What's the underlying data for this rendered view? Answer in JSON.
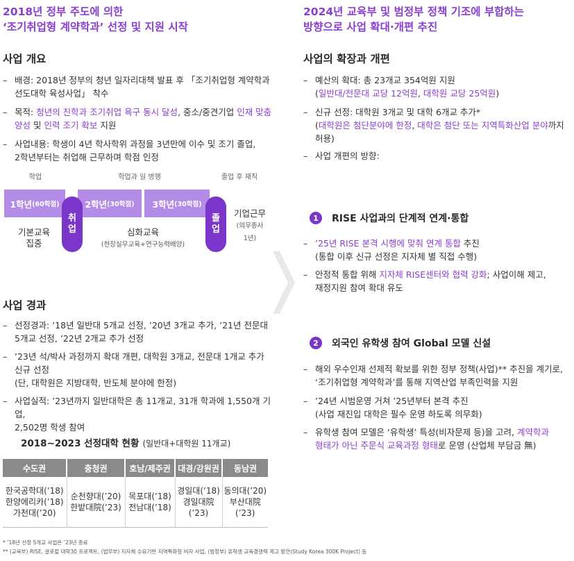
{
  "left": {
    "title_lines": [
      "2018년 정부 주도에 의한",
      "‘조기취업형 계약학과’ 선정 및 지원 시작"
    ],
    "overview": {
      "heading": "사업 개요",
      "bullets": [
        [
          "배경: 2018년 정부의 청년 일자리대책 발표 후 「조기취업형 계약학과",
          "선도대학 육성사업」 착수"
        ],
        [
          "목적: ",
          "청년의 진학과 조기취업 욕구 동시 달성",
          ", 중소/중견기업 ",
          "인재 맞춤",
          "양성",
          " 및 ",
          "인력 조기 확보",
          " 지원"
        ],
        [
          "사업내용: 학생이 4년 학사학위 과정을 3년만에 이수 및 조기 졸업,",
          "2학년부터는 취업해 근무하며 학점 인정"
        ]
      ]
    },
    "timeline": {
      "phase_1": "학업",
      "phase_2": "학업과 일 병행",
      "phase_3": "졸업 후 재직",
      "year1": "1학년",
      "year1_sub": "(60학점)",
      "year2": "2학년",
      "year2_sub": "(30학점)",
      "year3": "3학년",
      "year3_sub": "(30학점)",
      "pill_job": [
        "취",
        "업"
      ],
      "pill_grad": [
        "졸",
        "업"
      ],
      "basic": [
        "기본교육",
        "집중"
      ],
      "advanced": "심화교육",
      "advanced_sub": "(현장실무교육+연구능력배양)",
      "work": "기업근무",
      "work_sub": [
        "(의무종사",
        "1년)"
      ]
    },
    "progress": {
      "heading": "사업 경과",
      "bullets": [
        [
          "선정경과: ’18년 일반대 5개교 선정, ’20년 3개교 추가, ’21년 전문대",
          "5개교 선정, ’22년 2개교 추가 선정"
        ],
        [
          "’23년 석/박사 과정까지 확대 개편, 대학원 3개교, 전문대 1개교 추가",
          "신규 선정",
          "(단, 대학원은 지방대학, 반도체 분야에 한정)"
        ],
        [
          "사업실적: ’23년까지 일반대학은 총 11개교, 31개 학과에 1,550개 기업,",
          "2,502명 학생 참여"
        ]
      ]
    },
    "table": {
      "title": "2018~2023 선정대학 현황",
      "title_sub": "(일반대+대학원 11개교)",
      "headers": [
        "수도권",
        "충청권",
        "호남/제주권",
        "대경/강원권",
        "동남권"
      ],
      "cells": [
        [
          "한국공학대(’18)",
          "한양에리카(’18)",
          "가천대(’20)"
        ],
        [
          "순천향대(’20)",
          "한밭대院(’23)"
        ],
        [
          "목포대(’18)",
          "전남대(’18)"
        ],
        [
          "경일대(’18)",
          "경일대院",
          "(’23)"
        ],
        [
          "동의대(’20)",
          "부산대院",
          "(’23)"
        ]
      ]
    },
    "footnotes": [
      "* ’18년 선정 5개교 사업은 ’23년 종료",
      "** (교육부) RISE, 글로컬 대학30 프로젝트, (법무부) 지자체 수요기반 지역특화형 비자 사업, (범정부) 유학생 교육경쟁력 제고 방안(Study Korea 300K Project) 등"
    ]
  },
  "right": {
    "title_lines": [
      "2024년 교육부 및 범정부 정책 기조에 부합하는",
      "방향으로 사업 확대·개편 추진"
    ],
    "expansion": {
      "heading": "사업의 확장과 개편",
      "b1_line1": "예산의 확대: 총 23개교 354억원 지원",
      "b1_line2": [
        "(",
        "일반대/전문대 교당 12억원",
        ", ",
        "대학원 교당 25억원",
        ")"
      ],
      "b2_line1": "신규 선정: 대학원 3개교 및 대학 6개교 추가*",
      "b2_line2": [
        "(",
        "대학원은 첨단분야에 한정",
        ", ",
        "대학은 첨단 또는 지역특화산업 분야",
        "까지"
      ],
      "b2_line3": "허용)",
      "b3": "사업 개편의 방향:"
    },
    "rise": {
      "number": "1",
      "heading": "RISE 사업과의 단계적 연계·통합",
      "b1_line1": [
        "’25년 RISE 본격 시행에 맞춰 연계 통합",
        " 추진"
      ],
      "b1_line2": "(통합 이후 신규 선정은 지자체 별 직접 수행)",
      "b2_line1": [
        "안정적 통합 위해 ",
        "지자체 RISE센터와 협력 강화",
        "; 사업이해 제고,"
      ],
      "b2_line2": "재정지원 참여 확대 유도"
    },
    "global": {
      "number": "2",
      "heading": "외국인 유학생 참여 Global 모델 신설",
      "b1_line1": "해외 우수인재 선제적 확보를 위한 정부 정책(사업)** 추진을 계기로,",
      "b1_line2": "‘조기취업형 계약학과’를 통해 지역산업 부족인력을 지원",
      "b2_line1": "’24년 시범운영 거쳐 ’25년부터 본격 추진",
      "b2_line2": "(사업 재진입 대학은 필수 운영 하도록 의무화)",
      "b3_line1": [
        "유학생 참여 모델은 ‘유학생’ 특성(비자문제 등)을 고려, ",
        "계약학과"
      ],
      "b3_line2": [
        "형태가 아닌 주문식 교육과정 형태",
        "로 운영 (산업체 부담금 無)"
      ]
    }
  },
  "colors": {
    "accent": "#8a3fd1",
    "deep": "#7a35c9",
    "light": "#b48be6",
    "table_head": "#8a8a8a"
  },
  "icons": {
    "divider": "chevron-right-icon"
  }
}
